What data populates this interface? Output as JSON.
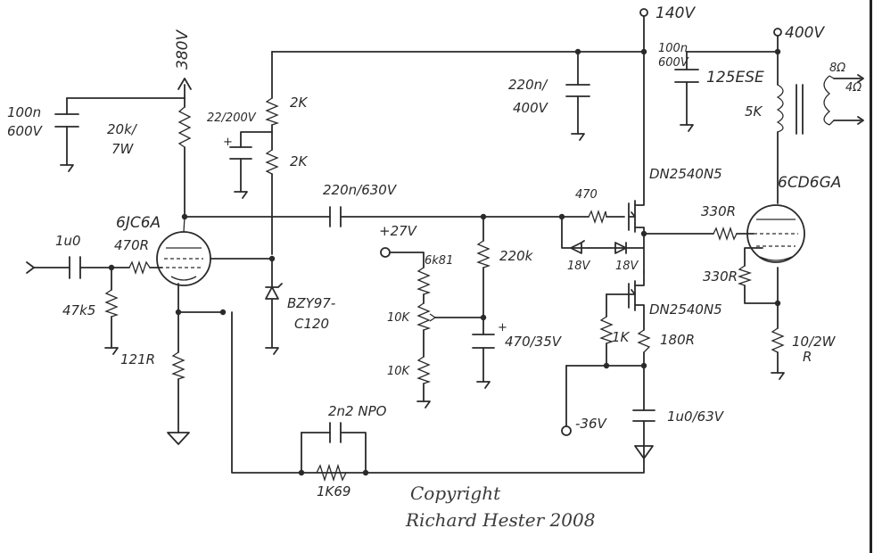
{
  "rails": {
    "v380": "380V",
    "v140": "140V",
    "v400": "400V",
    "v27": "+27V",
    "vneg36": "-36V"
  },
  "components": {
    "c_100n_600v_left_a": "100n",
    "c_100n_600v_left_b": "600V",
    "r_20k_7w_a": "20k/",
    "r_20k_7w_b": "7W",
    "c_22_200v": "22/200V",
    "r_2k_top": "2K",
    "r_2k_bottom": "2K",
    "c_220n_630v": "220n/630V",
    "c_220n_400v_a": "220n/",
    "c_220n_400v_b": "400V",
    "c_100n_600v_right_a": "100n",
    "c_100n_600v_right_b": "600V",
    "transformer_name": "125ESE",
    "transformer_primary": "5K",
    "out_8ohm": "8Ω",
    "out_4ohm": "4Ω",
    "mosfet_top": "DN2540N5",
    "mosfet_bottom": "DN2540N5",
    "r_470": "470",
    "zener_18v_left": "18V",
    "zener_18v_right": "18V",
    "r_330r_top": "330R",
    "r_330r_bottom": "330R",
    "tube_output": "6CD6GA",
    "r_10_2w_a": "10/2W",
    "r_10_2w_b": "R",
    "r_1k": "1K",
    "r_180r": "180R",
    "c_1u0_63v": "1u0/63V",
    "tube_input": "6JC6A",
    "c_1u0_in": "1u0",
    "r_470r": "470R",
    "r_47k5": "47k5",
    "r_121r": "121R",
    "zener_bz": "BZY97-",
    "zener_bz2": "C120",
    "r_6k81": "6k81",
    "r_10k_pot": "10K",
    "r_10k": "10K",
    "r_220k": "220k",
    "c_470_35v": "470/35V",
    "c_2n2_npo": "2n2 NPO",
    "r_1k69": "1K69"
  },
  "signature": {
    "line1": "Copyright",
    "line2": "Richard Hester 2008"
  }
}
